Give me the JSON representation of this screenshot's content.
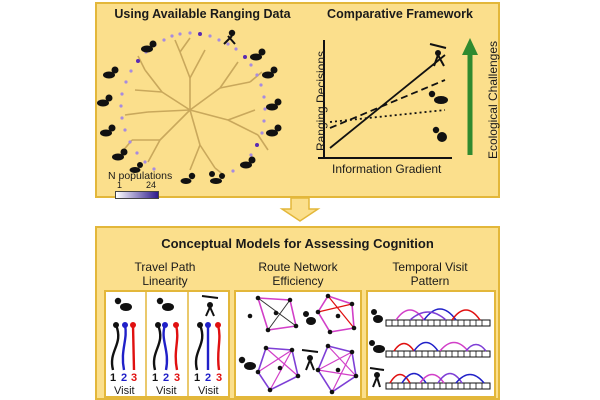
{
  "top": {
    "left_title": "Using Available Ranging Data",
    "right_title": "Comparative Framework",
    "legend_title": "N populations",
    "legend_min": "1",
    "legend_max": "24",
    "y_label": "Ranging Decisions",
    "x_label": "Information Gradient",
    "right_axis_label": "Ecological Challenges"
  },
  "bottom": {
    "title": "Conceptual Models for Assessing Cognition",
    "col1": {
      "line1": "Travel Path",
      "line2": "Linearity"
    },
    "col2": {
      "line1": "Route Network",
      "line2": "Efficiency"
    },
    "col3": {
      "line1": "Temporal Visit",
      "line2": "Pattern"
    },
    "visit_numbers": [
      "1",
      "2",
      "3"
    ],
    "visit_label": "Visit"
  },
  "colors": {
    "panel_fill": "#fbdf8c",
    "panel_border": "#e3b73a",
    "arrow_green": "#2f8a2f",
    "blue": "#2020c8",
    "red": "#e01010",
    "magenta": "#d23fc8",
    "purple": "#7e3fd6",
    "tree": "#c9a85c"
  }
}
